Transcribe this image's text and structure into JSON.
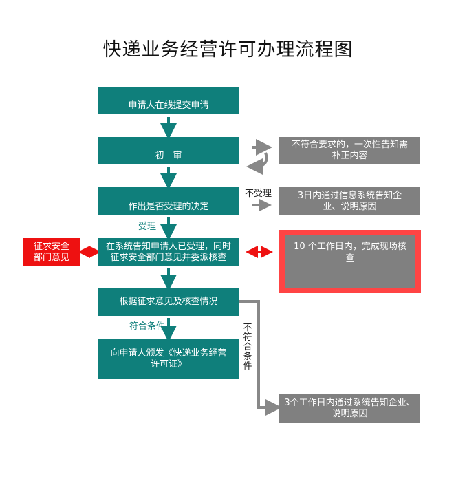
{
  "title": "快递业务经营许可办理流程图",
  "flow": {
    "step1": "申请人在线提交申请",
    "step2": "初　审",
    "step3": "作出是否受理的决定",
    "step4": "在系统告知申请人已受理，同时征求安全部门意见并委派核查",
    "step5": "根据征求意见及核查情况",
    "step6": "向申请人颁发《快递业务经营许可证》"
  },
  "side": {
    "reject_initial": "不符合要求的，一次性告知需补正内容",
    "reject_accept": "3日内通过信息系统告知企业、说明原因",
    "security": "征求安全部门意见",
    "inspection": "10 个工作日内，完成现场核查",
    "reject_final": "3个工作日内通过系统告知企业、说明原因"
  },
  "labels": {
    "not_accepted": "不受理",
    "accepted": "受理",
    "qualified": "符合条件",
    "not_qualified": "不符合条件"
  },
  "colors": {
    "teal": "#0f7f7b",
    "gray": "#808080",
    "red": "#ee1111",
    "highlight_border": "#ff4444"
  }
}
